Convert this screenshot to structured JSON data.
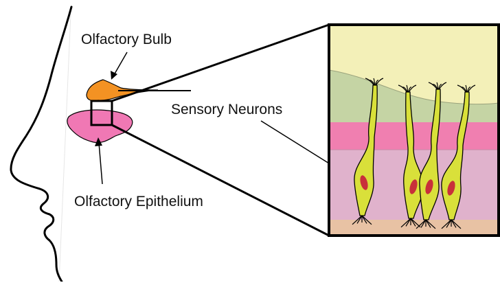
{
  "labels": {
    "bulb": "Olfactory Bulb",
    "neurons": "Sensory Neurons",
    "epithelium": "Olfactory Epithelium"
  },
  "colors": {
    "bulb": "#f39223",
    "epithelium": "#f078b4",
    "air_layer": "#f3f0b8",
    "mucus_layer": "#c5d4a4",
    "pink_band": "#f07fb0",
    "tissue": "#e0b2cc",
    "base": "#e8c2a4",
    "neuron": "#d9e03a",
    "nucleus": "#c8303a",
    "outline": "#000000"
  }
}
